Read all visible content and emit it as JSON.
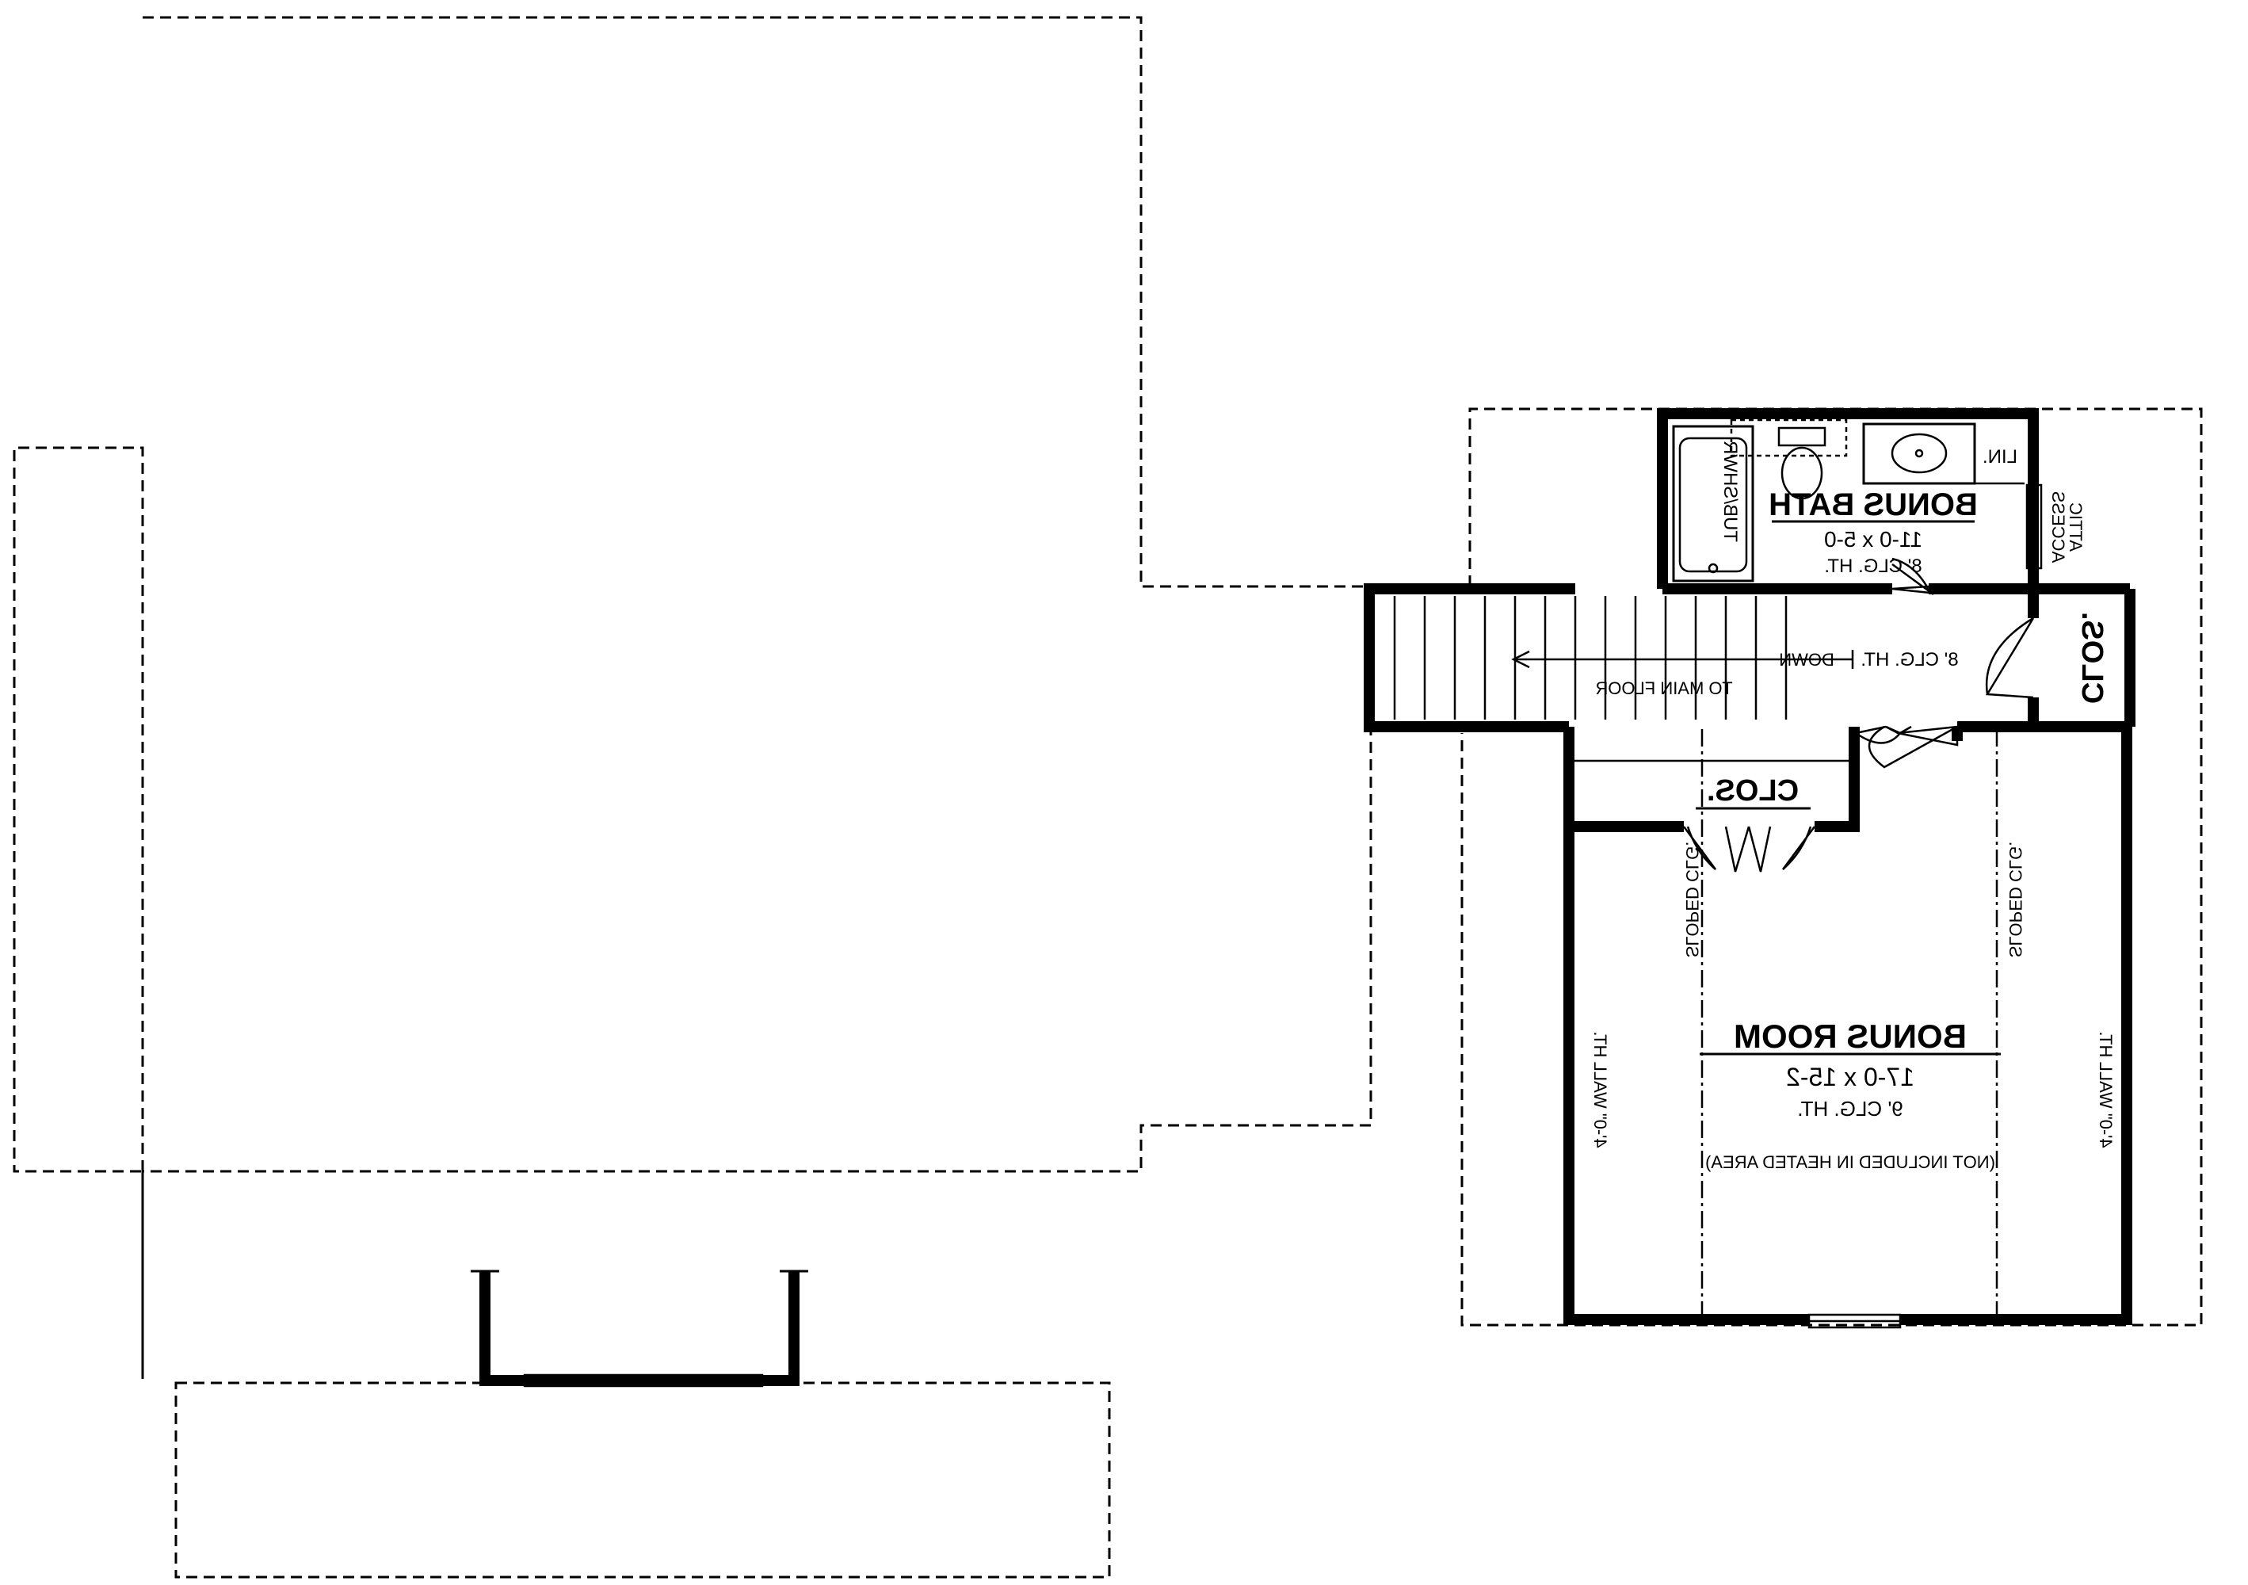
{
  "rooms": {
    "bonus_bath": {
      "name": "BONUS BATH",
      "size": "11-0 x 5-0",
      "ceiling": "8' CLG. HT."
    },
    "bonus_room": {
      "name": "BONUS ROOM",
      "size": "17-0 x 15-2",
      "ceiling": "9' CLG. HT.",
      "note": "(NOT INCLUDED IN HEATED AREA)"
    },
    "stair_landing": {
      "ceiling": "8' CLG. HT."
    }
  },
  "labels": {
    "tub_shower": "TUB/SHWR",
    "linen": "LIN.",
    "attic_access_line1": "ATTIC",
    "attic_access_line2": "ACCESS",
    "closet_right": "CLOS.",
    "closet_bonus": "CLOS.",
    "stairs_down": "DOWN",
    "stairs_to": "TO MAIN FLOOR",
    "sloped_left": "SLOPED CLG.",
    "sloped_right": "SLOPED CLG.",
    "wall_ht_left": "4'-0\" WALL HT.",
    "wall_ht_right": "4'-0\" WALL HT."
  },
  "colors": {
    "ink": "#000000",
    "paper": "#ffffff"
  }
}
